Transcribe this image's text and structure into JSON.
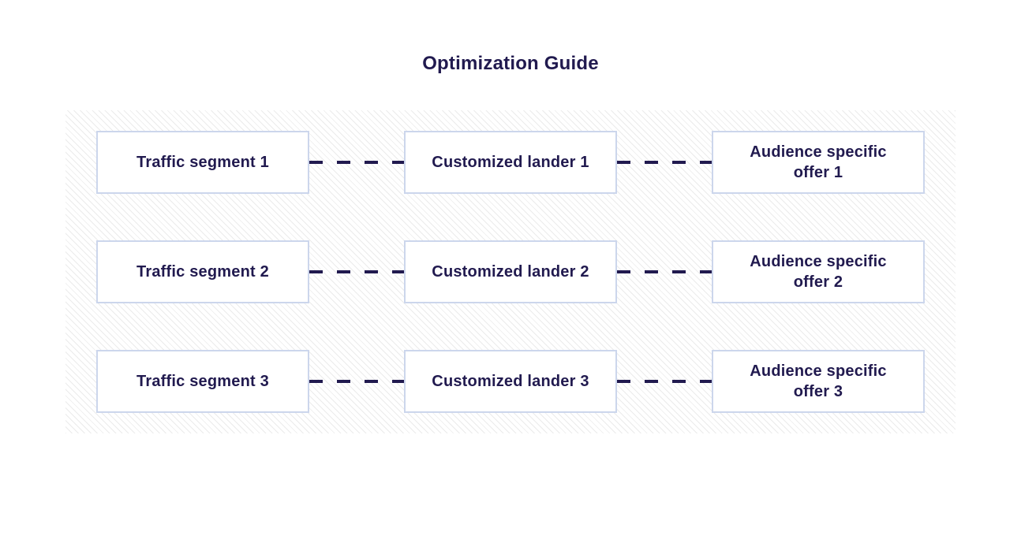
{
  "title": "Optimization Guide",
  "colors": {
    "navy": "#211a4f",
    "node_border": "#ccd6ec",
    "node_bg": "#ffffff",
    "stripe": "#ebebeb",
    "page_bg": "#ffffff"
  },
  "connector_style": "dashed",
  "rows": [
    {
      "nodes": [
        {
          "label": "Traffic segment 1"
        },
        {
          "label": "Customized lander 1"
        },
        {
          "label": "Audience specific offer 1"
        }
      ]
    },
    {
      "nodes": [
        {
          "label": "Traffic segment 2"
        },
        {
          "label": "Customized lander 2"
        },
        {
          "label": "Audience specific offer 2"
        }
      ]
    },
    {
      "nodes": [
        {
          "label": "Traffic segment 3"
        },
        {
          "label": "Customized lander 3"
        },
        {
          "label": "Audience specific offer 3"
        }
      ]
    }
  ]
}
